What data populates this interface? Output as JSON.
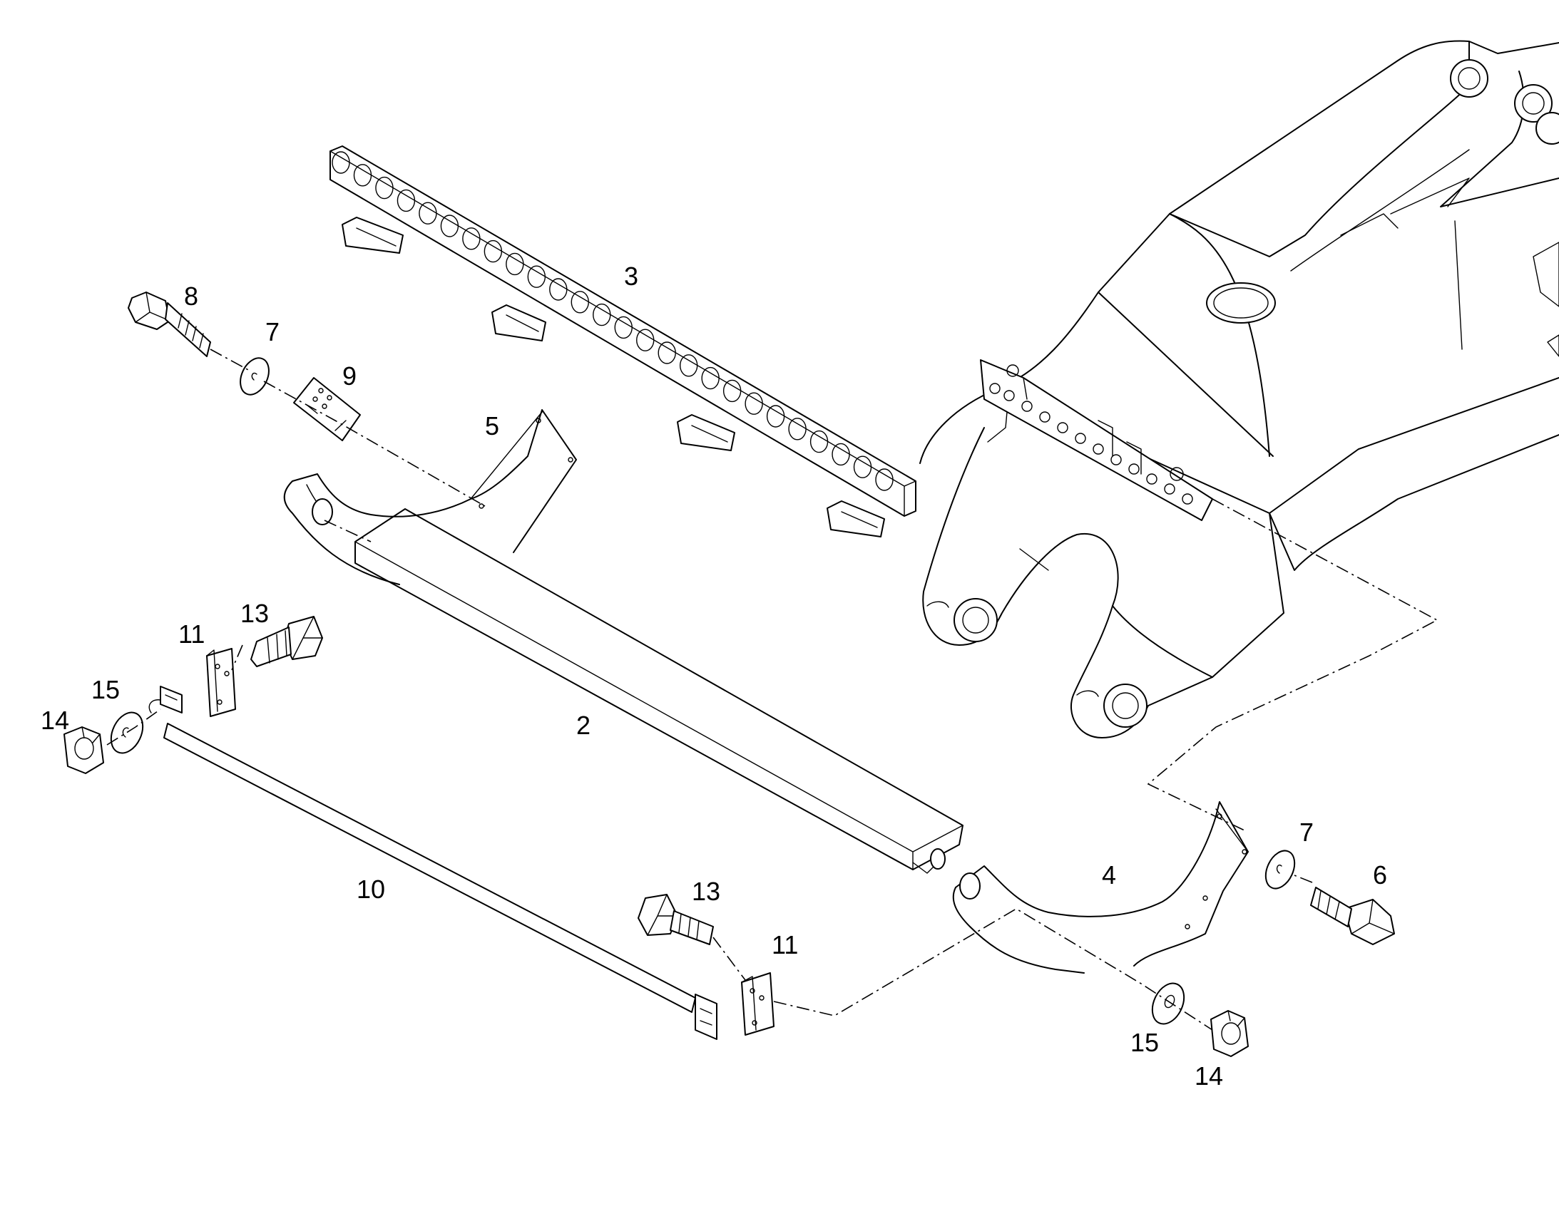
{
  "callouts": {
    "c2": "2",
    "c3": "3",
    "c4": "4",
    "c5": "5",
    "c6": "6",
    "c7a": "7",
    "c7b": "7",
    "c8": "8",
    "c9": "9",
    "c10": "10",
    "c11a": "11",
    "c11b": "11",
    "c13a": "13",
    "c13b": "13",
    "c14a": "14",
    "c14b": "14",
    "c15a": "15",
    "c15b": "15"
  },
  "colors": {
    "line": "#000000",
    "background": "#ffffff"
  }
}
